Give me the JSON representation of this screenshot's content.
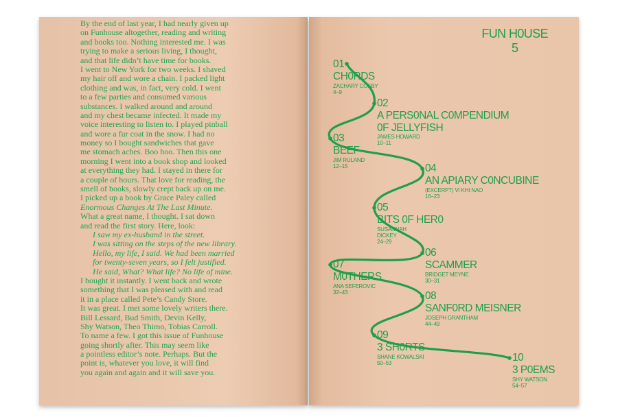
{
  "left_page": {
    "lines_a": [
      "By the end of last year, I had nearly given up",
      "on Funhouse altogether, reading and writing",
      "and books too. Nothing interested me. I was",
      "trying to make a serious living, I thought,",
      "and that life didn’t have time for books.",
      "I went to New York for two weeks. I shaved",
      "my hair off and wore a chain. I packed light",
      "clothing and was, in fact, very cold. I went",
      "to a few parties and consumed various",
      "substances. I walked around and around",
      "and my chest became infected. It made my",
      "voice interesting to listen to. I played pinball",
      "and wore a fur coat in the snow. I had no",
      "money so I bought sandwiches that gave",
      "me stomach aches. Boo hoo. Then this one",
      "morning I went into a book shop and looked",
      "at everything they had. I stayed in there for",
      "a couple of hours. That love for reading, the",
      "smell of books, slowly crept back up on me.",
      "I picked up a book by Grace Paley called"
    ],
    "book_title": "Enormous Changes At The Last Minute.",
    "lines_b": [
      "What a great name, I thought. I sat down",
      "and read the first story. Here, look:"
    ],
    "quote": [
      "I saw my ex-husband in the street.",
      "I was sitting on the steps of the new library.",
      "Hello, my life, I said. We had been married",
      "for twenty-seven years, so I felt justified.",
      "He said, What? What life? No life of mine."
    ],
    "lines_c": [
      "I bought it instantly. I went back and wrote",
      "something that I was pleased with and read",
      "it in a place called Pete’s Candy Store.",
      "It was great. I met some lovely writers there.",
      "Bill Lessard, Bud Smith, Devin Kelly,",
      "Shy Watson, Theo Thimo, Tobias Carroll.",
      "To name a few. I got this issue of Funhouse",
      "going shortly after. This may seem like",
      "a pointless editor’s note. Perhaps. But the",
      "point is, whatever you love, it will find",
      "you again and again and it will save you."
    ]
  },
  "right_page": {
    "masthead": {
      "title": "FUN H0USE",
      "issue": "5"
    },
    "entries": [
      {
        "num": "01",
        "title": [
          "CH0RDS"
        ],
        "author": [
          "ZACHARY COSBY"
        ],
        "pages": "4–9"
      },
      {
        "num": "02",
        "title": [
          "A PERS0NAL C0MPENDIUM",
          "0F JELLYFISH"
        ],
        "author": [
          "JAMES HOWARD"
        ],
        "pages": "10–11"
      },
      {
        "num": "03",
        "title": [
          "BEEF"
        ],
        "author": [
          "JIM RULAND"
        ],
        "pages": "12–15"
      },
      {
        "num": "04",
        "title": [
          "AN APIARY C0NCUBINE"
        ],
        "author": [
          "(EXCERPT) VI KHI NAO"
        ],
        "pages": "16–23"
      },
      {
        "num": "05",
        "title": [
          "BITS 0F HER0"
        ],
        "author": [
          "SUSANNAH",
          "DICKEY"
        ],
        "pages": "24–29"
      },
      {
        "num": "06",
        "title": [
          "SCAMMER"
        ],
        "author": [
          "BRIDGET MEYNE"
        ],
        "pages": "30–31"
      },
      {
        "num": "07",
        "title": [
          "M0THERS"
        ],
        "author": [
          "ANA SEFEROVIC"
        ],
        "pages": "32–43"
      },
      {
        "num": "08",
        "title": [
          "SANF0RD MEISNER"
        ],
        "author": [
          "JOSEPH GRANTHAM"
        ],
        "pages": "44–49"
      },
      {
        "num": "09",
        "title": [
          "3 SH0RTS"
        ],
        "author": [
          "SHANE KOWALSKI"
        ],
        "pages": "50–53"
      },
      {
        "num": "10",
        "title": [
          "3 P0EMS"
        ],
        "author": [
          "SHY WATSON"
        ],
        "pages": "54–57"
      }
    ],
    "colors": {
      "ink": "#1e9f48",
      "paper": "#e9c6ab"
    }
  }
}
